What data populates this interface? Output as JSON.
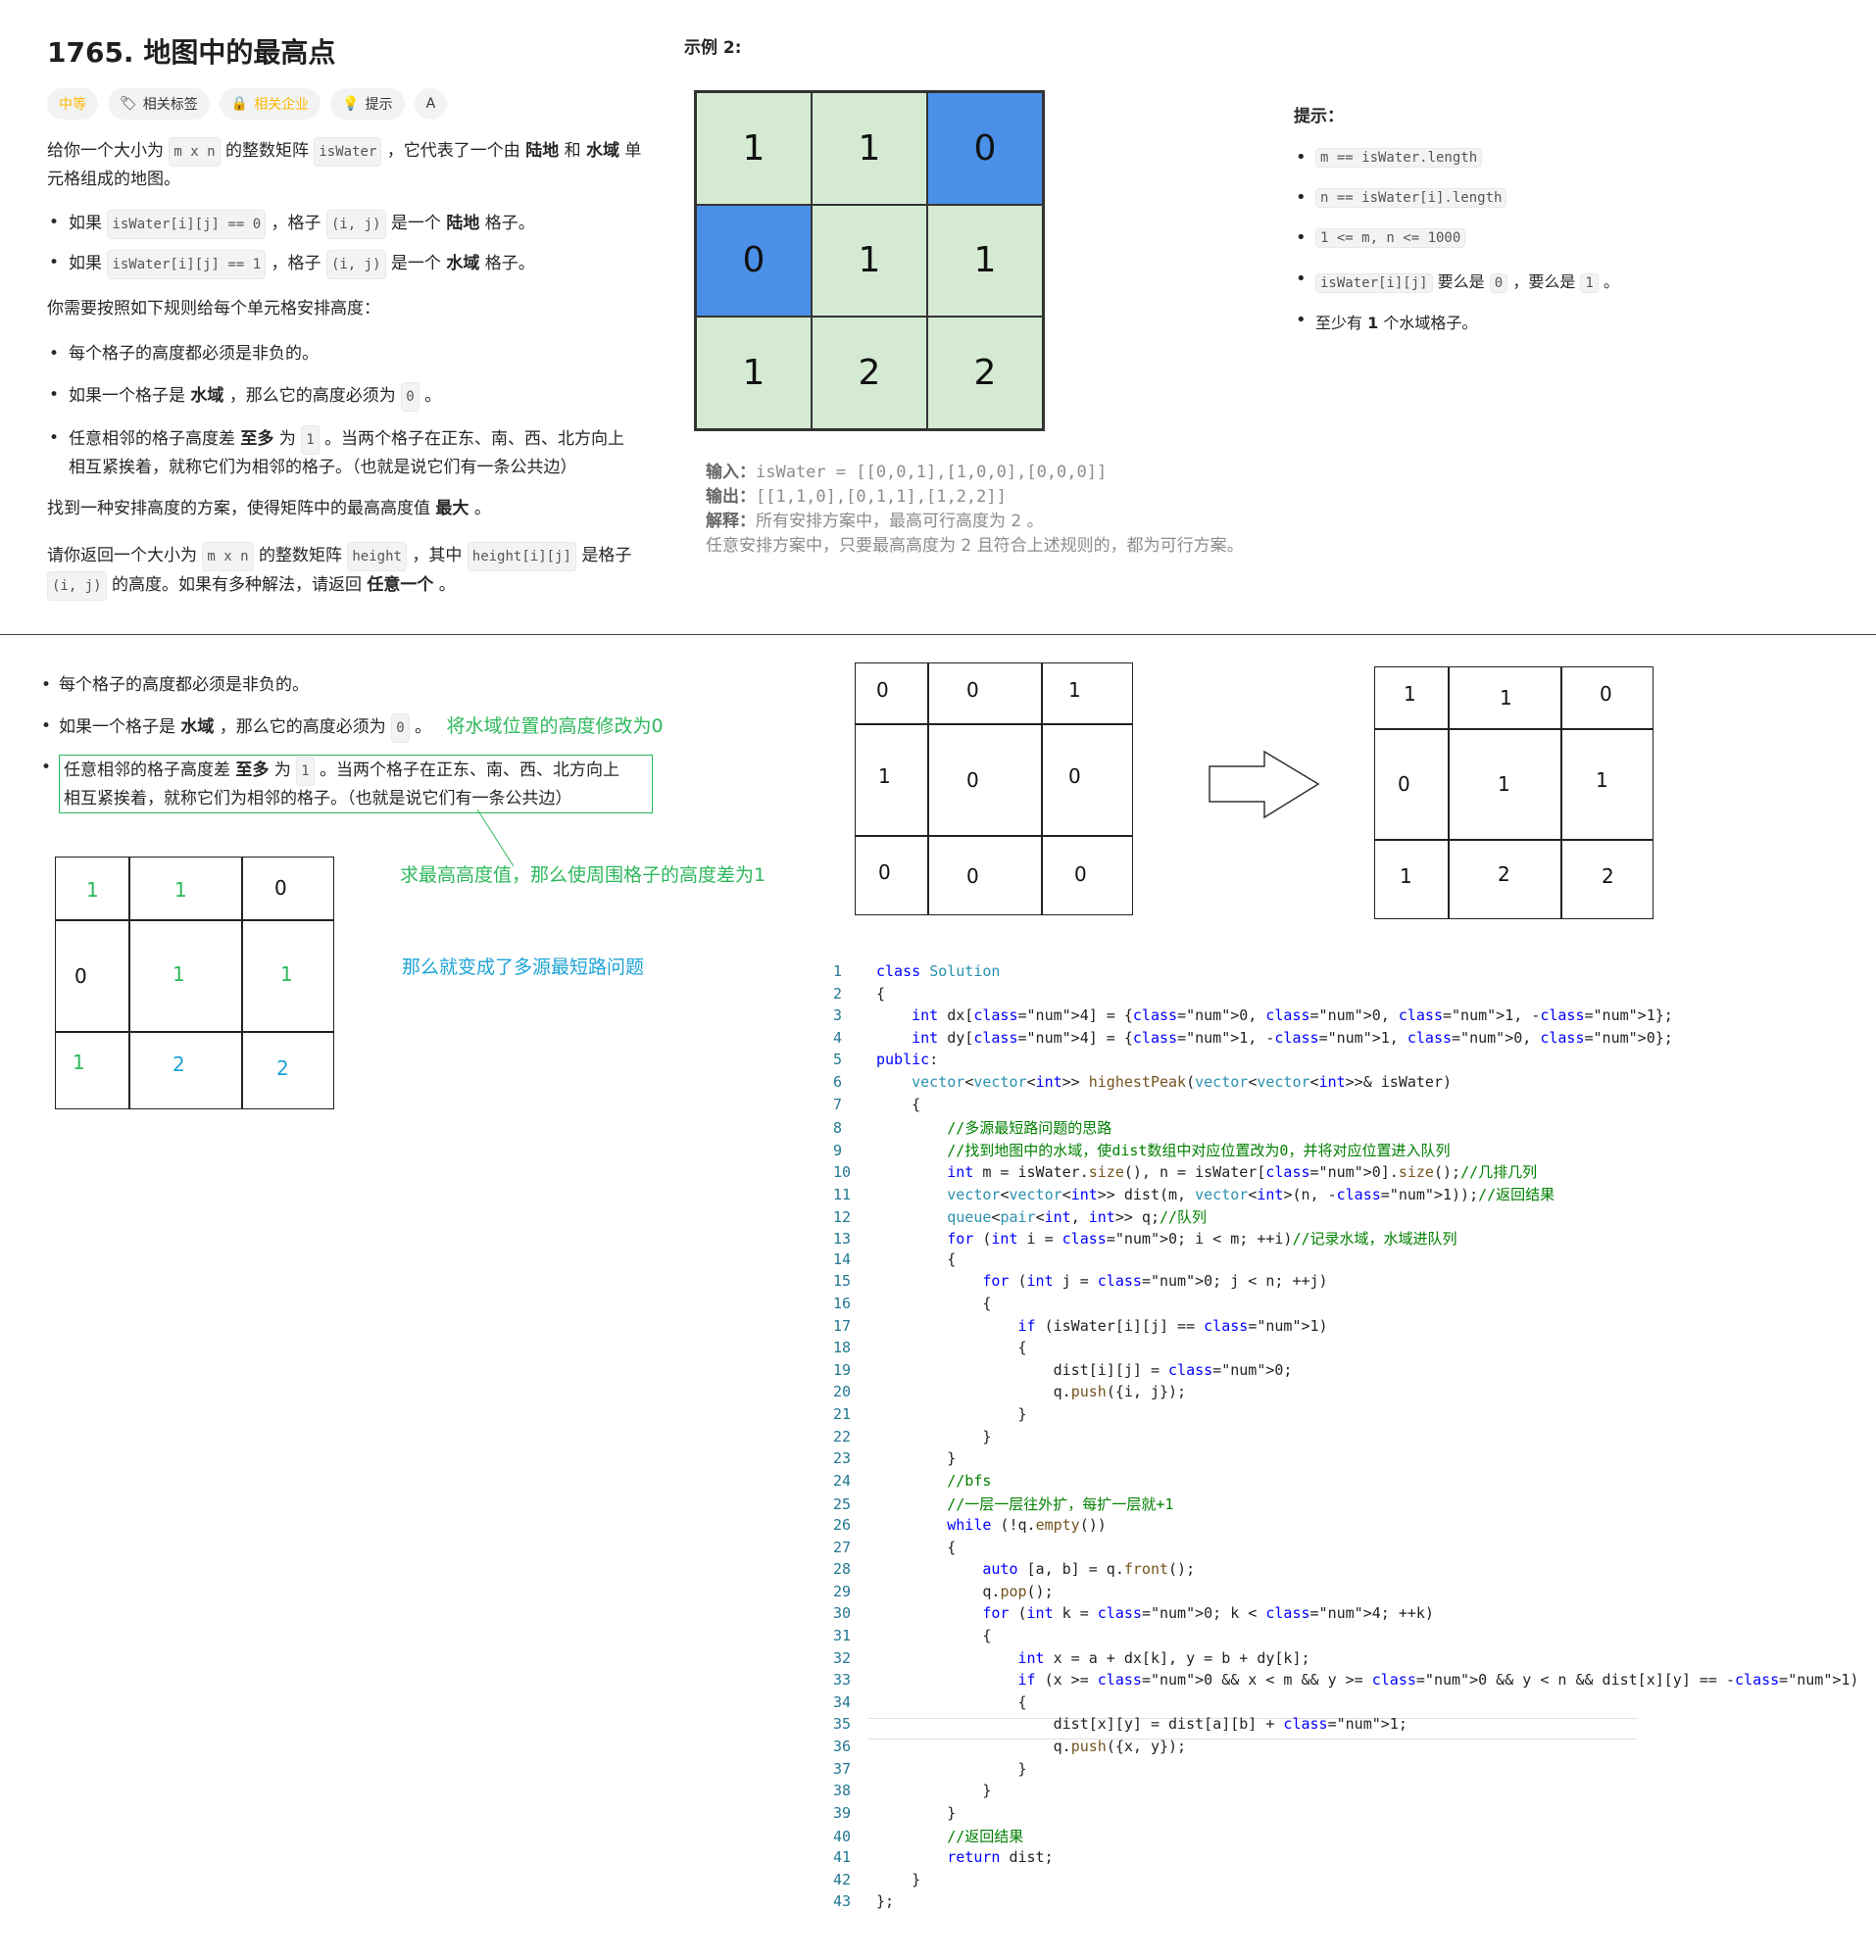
{
  "problem": {
    "title": "1765. 地图中的最高点",
    "tags": [
      "中等",
      "相关标签",
      "相关企业",
      "提示",
      "A"
    ],
    "intro_a": "给你一个大小为",
    "intro_code1": "m x n",
    "intro_b": "的整数矩阵",
    "intro_code2": "isWater",
    "intro_c": "，它代表了一个由",
    "intro_land": "陆地",
    "intro_and": "和",
    "intro_water": "水域",
    "intro_d": "单",
    "intro_line2": "元格组成的地图。",
    "b1_a": "如果",
    "b1_code": "isWater[i][j] == 0",
    "b1_b": "，格子",
    "b1_code2": "(i, j)",
    "b1_c": "是一个",
    "b1_bold": "陆地",
    "b1_d": "格子。",
    "b2_code": "isWater[i][j] == 1",
    "b2_bold": "水域",
    "rules_intro": "你需要按照如下规则给每个单元格安排高度：",
    "r1": "每个格子的高度都必须是非负的。",
    "r2_a": "如果一个格子是",
    "r2_bold": "水域",
    "r2_b": "，那么它的高度必须为",
    "r2_code": "0",
    "r2_c": "。",
    "r3_a": "任意相邻的格子高度差",
    "r3_bold": "至多",
    "r3_b": "为",
    "r3_code": "1",
    "r3_c": "。当两个格子在正东、南、西、北方向上",
    "r3_line2": "相互紧挨着，就称它们为相邻的格子。（也就是说它们有一条公共边）",
    "find_a": "找到一种安排高度的方案，使得矩阵中的最高高度值",
    "find_bold": "最大",
    "find_b": "。",
    "ret_a": "请你返回一个大小为",
    "ret_code1": "m x n",
    "ret_b": "的整数矩阵",
    "ret_code2": "height",
    "ret_c": "，其中",
    "ret_code3": "height[i][j]",
    "ret_d": "是格子",
    "ret_code4": "(i, j)",
    "ret_e": "的高度。如果有多种解法，请返回",
    "ret_bold": "任意一个",
    "ret_f": "。"
  },
  "sample": {
    "title": "示例 2:",
    "grid": [
      [
        "1",
        "1",
        "0"
      ],
      [
        "0",
        "1",
        "1"
      ],
      [
        "1",
        "2",
        "2"
      ]
    ],
    "water": [
      [
        false,
        false,
        true
      ],
      [
        true,
        false,
        false
      ],
      [
        false,
        false,
        false
      ]
    ],
    "input_label": "输入：",
    "input": "isWater = [[0,0,1],[1,0,0],[0,0,0]]",
    "output_label": "输出：",
    "output": "[[1,1,0],[0,1,1],[1,2,2]]",
    "explain_label": "解释：",
    "explain": "所有安排方案中，最高可行高度为  2 。",
    "explain2": "任意安排方案中，只要最高高度为  2  且符合上述规则的，都为可行方案。"
  },
  "hints": {
    "title": "提示：",
    "items": [
      "m == isWater.length",
      "n == isWater[i].length",
      "1 <= m, n <= 1000"
    ],
    "h4_code": "isWater[i][j]",
    "h4_a": "要么是",
    "h4_code2": "0",
    "h4_b": "，要么是",
    "h4_code3": "1",
    "h4_c": "。",
    "h5_a": "至少有",
    "h5_bold": "1",
    "h5_b": "个水域格子。"
  },
  "notes": {
    "n1": "每个格子的高度都必须是非负的。",
    "n2_a": "如果一个格子是",
    "n2_bold": "水域",
    "n2_b": "，那么它的高度必须为",
    "n2_code": "0",
    "n2_c": "。",
    "n2_green": "将水域位置的高度修改为0",
    "n3_a": "任意相邻的格子高度差",
    "n3_bold": "至多",
    "n3_b": "为",
    "n3_code": "1",
    "n3_c": "。当两个格子在正东、南、西、北方向上",
    "n3_line2": "相互紧挨着，就称它们为相邻的格子。（也就是说它们有一条公共边）",
    "green2": "求最高高度值，那么使周围格子的高度差为1",
    "blue": "那么就变成了多源最短路问题",
    "left_grid": [
      [
        "1",
        "1",
        "0"
      ],
      [
        "0",
        "1",
        "1"
      ],
      [
        "1",
        "2",
        "2"
      ]
    ],
    "mid_grid": [
      [
        "0",
        "0",
        "1"
      ],
      [
        "1",
        "0",
        "0"
      ],
      [
        "0",
        "0",
        "0"
      ]
    ],
    "right_grid": [
      [
        "1",
        "1",
        "0"
      ],
      [
        "0",
        "1",
        "1"
      ],
      [
        "1",
        "2",
        "2"
      ]
    ]
  },
  "code": [
    "class Solution",
    "{",
    "    int dx[4] = {0, 0, 1, -1};",
    "    int dy[4] = {1, -1, 0, 0};",
    "public:",
    "    vector<vector<int>> highestPeak(vector<vector<int>>& isWater)",
    "    {",
    "        //多源最短路问题的思路",
    "        //找到地图中的水域，使dist数组中对应位置改为0，并将对应位置进入队列",
    "        int m = isWater.size(), n = isWater[0].size();//几排几列",
    "        vector<vector<int>> dist(m, vector<int>(n, -1));//返回结果",
    "        queue<pair<int, int>> q;//队列",
    "        for (int i = 0; i < m; ++i)//记录水域，水域进队列",
    "        {",
    "            for (int j = 0; j < n; ++j)",
    "            {",
    "                if (isWater[i][j] == 1)",
    "                {",
    "                    dist[i][j] = 0;",
    "                    q.push({i, j});",
    "                }",
    "            }",
    "        }",
    "        //bfs",
    "        //一层一层往外扩，每扩一层就+1",
    "        while (!q.empty())",
    "        {",
    "            auto [a, b] = q.front();",
    "            q.pop();",
    "            for (int k = 0; k < 4; ++k)",
    "            {",
    "                int x = a + dx[k], y = b + dy[k];",
    "                if (x >= 0 && x < m && y >= 0 && y < n && dist[x][y] == -1)",
    "                {",
    "                    dist[x][y] = dist[a][b] + 1;",
    "                    q.push({x, y});",
    "                }",
    "            }",
    "        }",
    "        //返回结果",
    "        return dist;",
    "    }",
    "};"
  ],
  "colors": {
    "land": "#d5ead2",
    "water": "#4a90e8",
    "green": "#2eb85c",
    "blue": "#1ca3d6"
  }
}
